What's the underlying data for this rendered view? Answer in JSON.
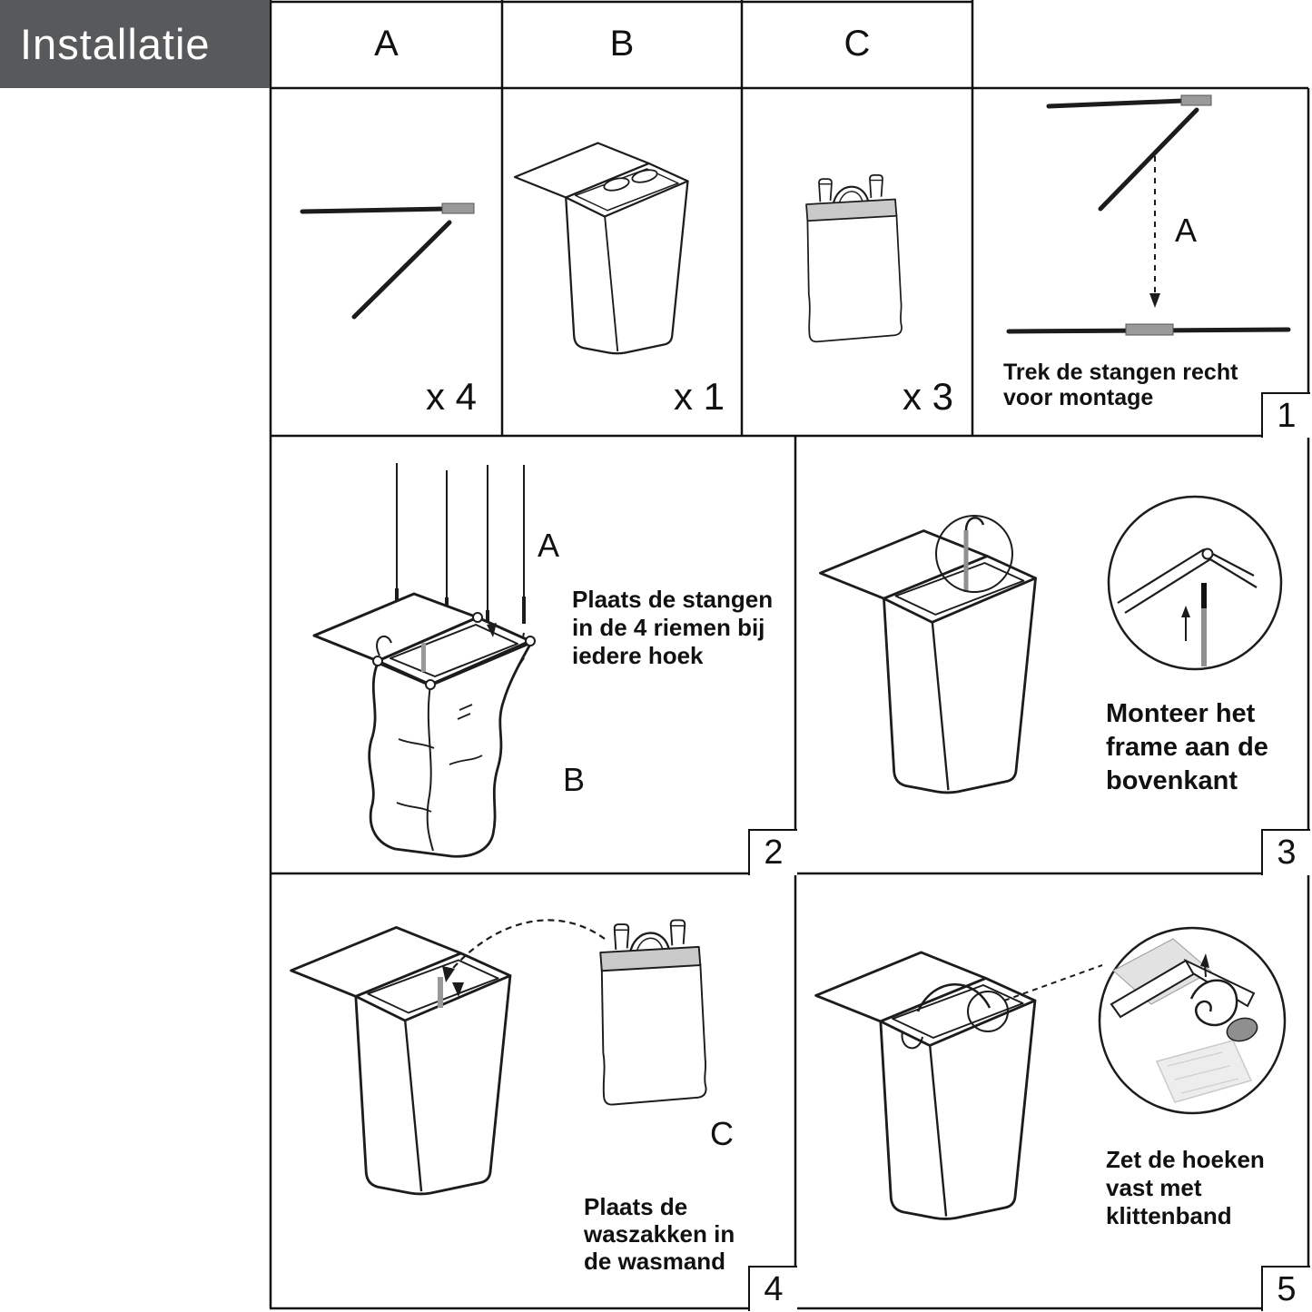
{
  "header": {
    "title": "Installatie"
  },
  "parts": {
    "columns": [
      {
        "letter": "A",
        "count": "x 4"
      },
      {
        "letter": "B",
        "count": "x 1"
      },
      {
        "letter": "C",
        "count": "x 3"
      }
    ]
  },
  "steps": [
    {
      "number": "1",
      "caption": "Trek de stangen recht\nvoor montage",
      "labels": {
        "part": "A"
      }
    },
    {
      "number": "2",
      "caption": "Plaats de stangen\nin de 4 riemen bij\niedere hoek",
      "labels": {
        "rods": "A",
        "basket": "B"
      }
    },
    {
      "number": "3",
      "caption": "Monteer het\nframe aan de\nbovenkant"
    },
    {
      "number": "4",
      "caption": "Plaats de\nwaszakken in\nde wasmand",
      "labels": {
        "bag": "C"
      }
    },
    {
      "number": "5",
      "caption": "Zet de hoeken\nvast met\nklittenband"
    }
  ],
  "colors": {
    "line": "#1c1c1c",
    "banner_bg": "#58595b",
    "connector_gray": "#9a9a9a"
  }
}
